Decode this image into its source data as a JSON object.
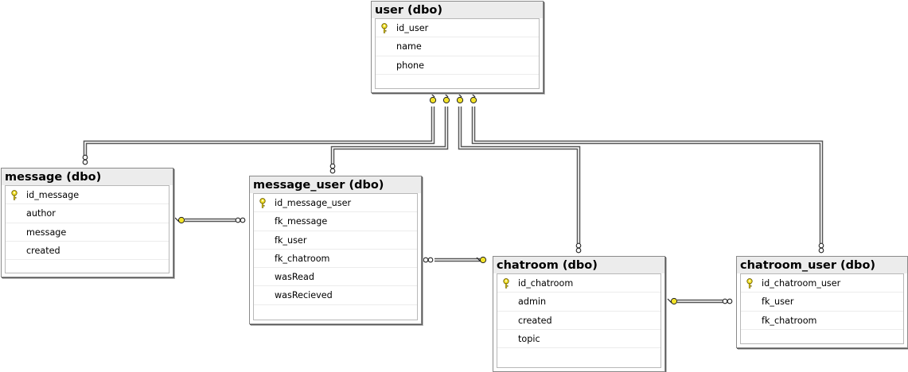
{
  "tables": {
    "user": {
      "title": "user (dbo)",
      "columns": [
        {
          "name": "id_user",
          "pk": true
        },
        {
          "name": "name",
          "pk": false
        },
        {
          "name": "phone",
          "pk": false
        }
      ]
    },
    "message": {
      "title": "message (dbo)",
      "columns": [
        {
          "name": "id_message",
          "pk": true
        },
        {
          "name": "author",
          "pk": false
        },
        {
          "name": "message",
          "pk": false
        },
        {
          "name": "created",
          "pk": false
        }
      ]
    },
    "message_user": {
      "title": "message_user (dbo)",
      "columns": [
        {
          "name": "id_message_user",
          "pk": true
        },
        {
          "name": "fk_message",
          "pk": false
        },
        {
          "name": "fk_user",
          "pk": false
        },
        {
          "name": "fk_chatroom",
          "pk": false
        },
        {
          "name": "wasRead",
          "pk": false
        },
        {
          "name": "wasRecieved",
          "pk": false
        }
      ]
    },
    "chatroom": {
      "title": "chatroom (dbo)",
      "columns": [
        {
          "name": "id_chatroom",
          "pk": true
        },
        {
          "name": "admin",
          "pk": false
        },
        {
          "name": "created",
          "pk": false
        },
        {
          "name": "topic",
          "pk": false
        }
      ]
    },
    "chatroom_user": {
      "title": "chatroom_user (dbo)",
      "columns": [
        {
          "name": "id_chatroom_user",
          "pk": true
        },
        {
          "name": "fk_user",
          "pk": false
        },
        {
          "name": "fk_chatroom",
          "pk": false
        }
      ]
    }
  },
  "relationships": [
    {
      "from": "user",
      "to": "message"
    },
    {
      "from": "user",
      "to": "message_user"
    },
    {
      "from": "user",
      "to": "chatroom"
    },
    {
      "from": "user",
      "to": "chatroom_user"
    },
    {
      "from": "message",
      "to": "message_user"
    },
    {
      "from": "chatroom",
      "to": "message_user"
    },
    {
      "from": "chatroom",
      "to": "chatroom_user"
    }
  ],
  "colors": {
    "key": "#f3e32a",
    "connector": "#555555",
    "header": "#ececec",
    "border": "#8a8a8a"
  }
}
